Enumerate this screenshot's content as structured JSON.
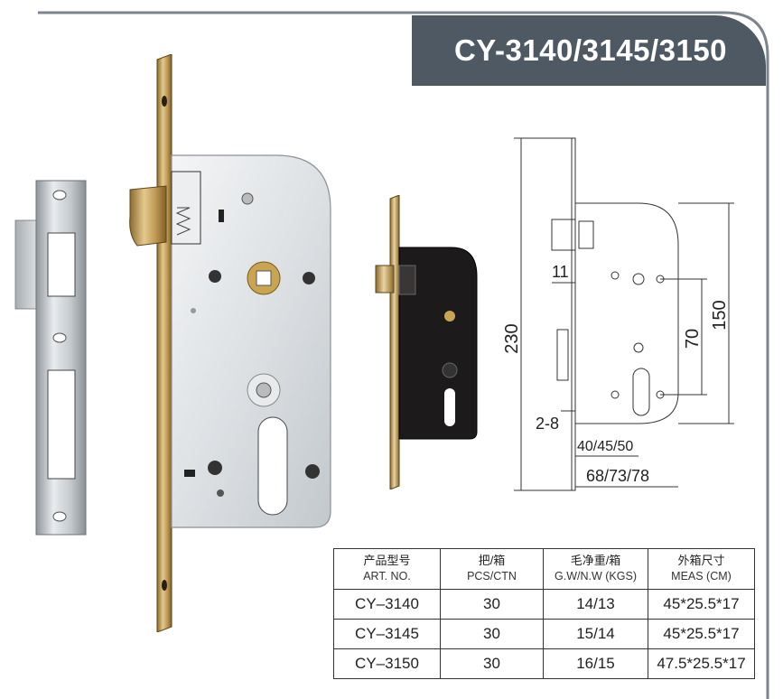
{
  "title": "CY-3140/3145/3150",
  "dimensions": {
    "total_height": "230",
    "height_150": "150",
    "distance_70": "70",
    "latch_offset": "11",
    "faceplate_offset": "2-8",
    "backset": "40/45/50",
    "case_width": "68/73/78"
  },
  "table": {
    "headers": [
      {
        "cn": "产品型号",
        "en": "ART. NO."
      },
      {
        "cn": "把/箱",
        "en": "PCS/CTN"
      },
      {
        "cn": "毛净重/箱",
        "en": "G.W/N.W (KGS)"
      },
      {
        "cn": "外箱尺寸",
        "en": "MEAS (CM)"
      }
    ],
    "rows": [
      {
        "model": "CY–3140",
        "pcs": "30",
        "weight": "14/13",
        "meas": "45*25.5*17"
      },
      {
        "model": "CY–3145",
        "pcs": "30",
        "weight": "15/14",
        "meas": "45*25.5*17"
      },
      {
        "model": "CY–3150",
        "pcs": "30",
        "weight": "16/15",
        "meas": "47.5*25.5*17"
      }
    ]
  },
  "colors": {
    "banner": "#4e5963",
    "frame": "#7d868e",
    "brass": "#b8944a",
    "steel": "#dfe2e5",
    "black_body": "#1c1a1a"
  }
}
